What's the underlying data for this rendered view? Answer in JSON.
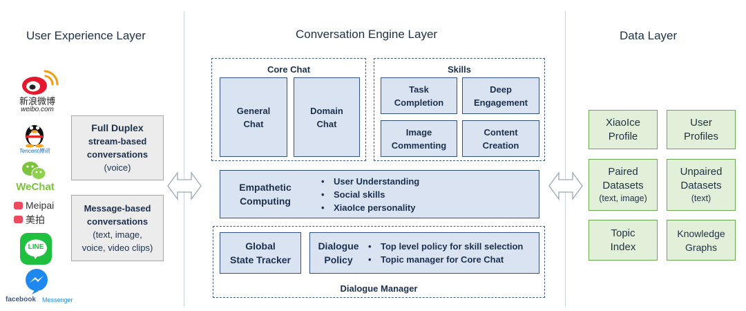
{
  "layers": {
    "user_experience": "User Experience Layer",
    "conversation_engine": "Conversation Engine Layer",
    "data": "Data Layer"
  },
  "apps": {
    "weibo": {
      "chinese": "新浪微博",
      "latin": "weibo.com",
      "color": "#e6162d"
    },
    "tencent": {
      "name": "Tencent",
      "sub": "腾讯"
    },
    "wechat": {
      "name": "WeChat",
      "color": "#7bc33c"
    },
    "meipai": {
      "name": "Meipai",
      "chinese": "美拍",
      "color": "#ec4a5e"
    },
    "line": {
      "name": "LINE",
      "color": "#1fbf3f"
    },
    "messenger": {
      "brand": "facebook",
      "name": "Messenger",
      "color": "#1e88f0"
    }
  },
  "ux_boxes": {
    "full_duplex": {
      "title": "Full Duplex",
      "line1": "stream-based",
      "line2": "conversations",
      "line3": "(voice)"
    },
    "message_based": {
      "line1": "Message-based",
      "line2": "conversations",
      "line3": "(text, image,",
      "line4": "voice, video clips)"
    }
  },
  "core_chat": {
    "label": "Core Chat",
    "general": {
      "line1": "General",
      "line2": "Chat"
    },
    "domain": {
      "line1": "Domain",
      "line2": "Chat"
    }
  },
  "skills": {
    "label": "Skills",
    "task": {
      "line1": "Task",
      "line2": "Completion"
    },
    "deep": {
      "line1": "Deep",
      "line2": "Engagement"
    },
    "image": {
      "line1": "Image",
      "line2": "Commenting"
    },
    "content": {
      "line1": "Content",
      "line2": "Creation"
    }
  },
  "empathetic": {
    "line1": "Empathetic",
    "line2": "Computing",
    "bullets": [
      "User Understanding",
      "Social skills",
      "XiaoIce personality"
    ]
  },
  "dialogue_manager": {
    "label": "Dialogue Manager",
    "gst": {
      "line1": "Global",
      "line2": "State Tracker"
    },
    "policy": {
      "line1": "Dialogue",
      "line2": "Policy"
    },
    "bullets": [
      "Top level policy for skill selection",
      "Topic manager for Core Chat"
    ]
  },
  "data_boxes": {
    "xiaoice_profile": {
      "line1": "XiaoIce",
      "line2": "Profile"
    },
    "user_profiles": {
      "line1": "User",
      "line2": "Profiles"
    },
    "paired": {
      "line1": "Paired",
      "line2": "Datasets",
      "sub": "(text, image)"
    },
    "unpaired": {
      "line1": "Unpaired",
      "line2": "Datasets",
      "sub": "(text)"
    },
    "topic_index": {
      "line1": "Topic",
      "line2": "Index"
    },
    "knowledge_graphs": {
      "line1": "Knowledge",
      "line2": "Graphs"
    }
  },
  "colors": {
    "engine_fill": "#dae3f2",
    "engine_border": "#2f4f7f",
    "data_fill": "#e2f0d9",
    "data_border": "#6aa84f",
    "ux_fill": "#ececec",
    "ux_border": "#a6a6a6"
  }
}
